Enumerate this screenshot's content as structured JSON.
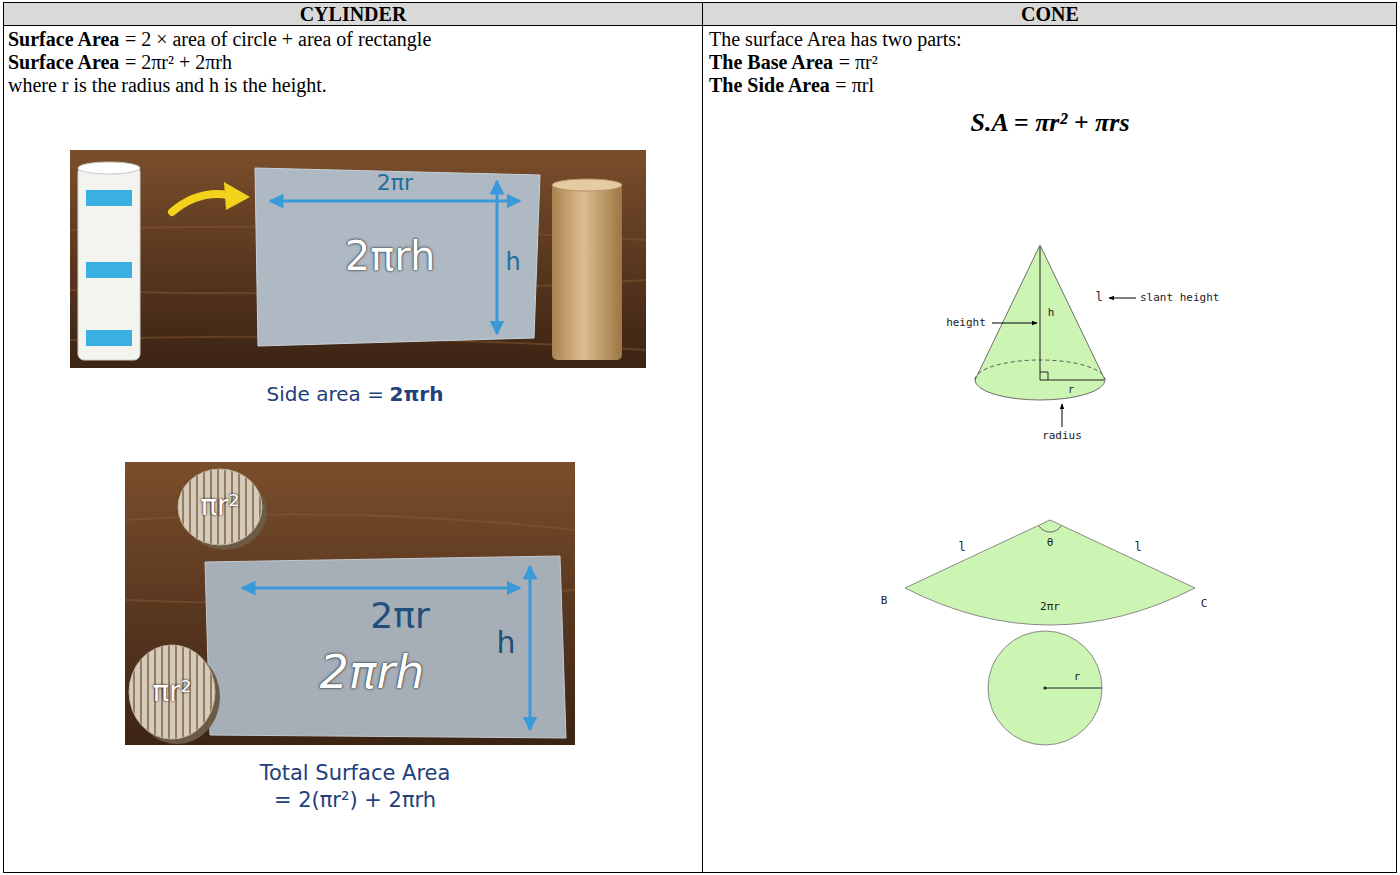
{
  "diagram": {
    "nodes": [
      {
        "text": [
          "CYLINDER"
        ]
      },
      {
        "text": [
          "CONE"
        ]
      },
      {
        "text": [
          "Surface Area",
          "= 2 × area of circle + area of rectangle",
          "Surface Area",
          "= 2πr² + 2πrh",
          "where r is the radius and h is the height.",
          "Side area =",
          "2πrh",
          "Total Surface Area",
          "= 2(πr²) + 2πrh"
        ]
      },
      {
        "text": [
          "The surface Area has two parts:",
          "The Base Area",
          "= πr²",
          "The Side Area",
          "= πrl",
          "S.A = πr² + πrs"
        ]
      }
    ],
    "labels": [
      "2πr",
      "2πrh",
      "h",
      "πr²",
      "πr²",
      "2πr",
      "2πrh",
      "h",
      "h",
      "l",
      "slant height",
      "height",
      "r",
      "radius",
      "θ",
      "l",
      "l",
      "B",
      "2πr",
      "C",
      "r"
    ]
  }
}
